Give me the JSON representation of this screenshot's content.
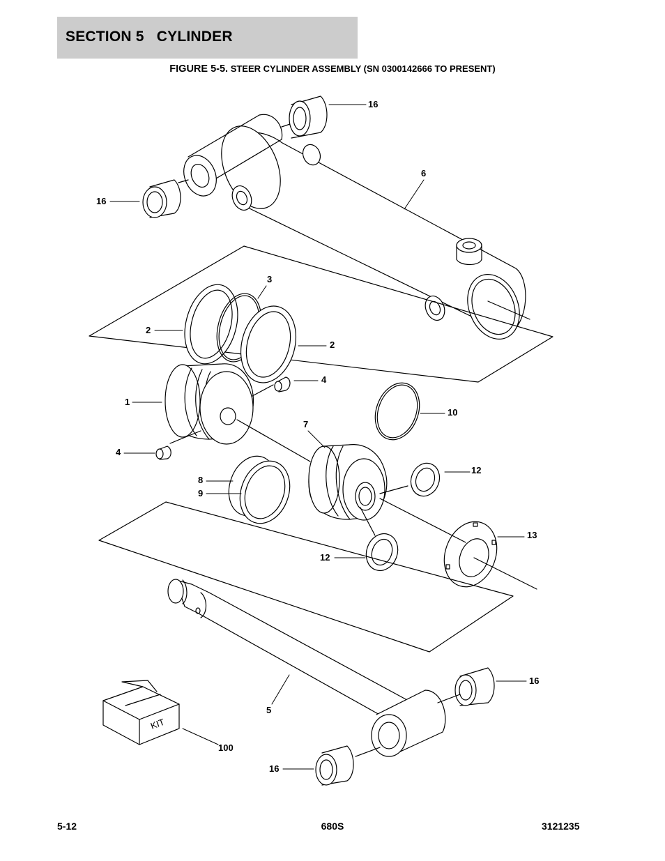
{
  "header": {
    "section_title": "SECTION 5   CYLINDER"
  },
  "figure": {
    "caption_prefix": "FIGURE 5-5.",
    "caption_title": " STEER CYLINDER ASSEMBLY (SN 0300142666 TO PRESENT)",
    "kit_text": "KIT",
    "callouts": {
      "c16a": "16",
      "c6": "6",
      "c16b": "16",
      "c3": "3",
      "c2a": "2",
      "c2b": "2",
      "c4a": "4",
      "c1": "1",
      "c10": "10",
      "c7": "7",
      "c4b": "4",
      "c12a": "12",
      "c8": "8",
      "c9": "9",
      "c13": "13",
      "c12b": "12",
      "c16c": "16",
      "c5": "5",
      "c100": "100",
      "c16d": "16"
    }
  },
  "footer": {
    "left": "5-12",
    "center": "680S",
    "right": "3121235"
  }
}
